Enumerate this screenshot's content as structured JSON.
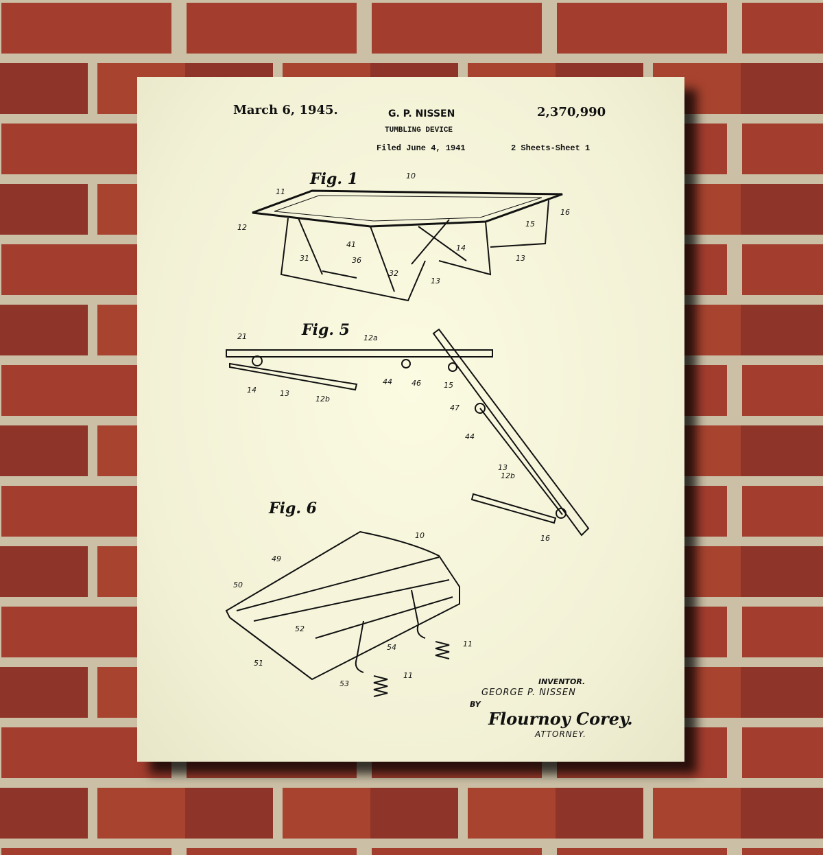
{
  "header": {
    "date": "March 6, 1945.",
    "inventor_short": "G. P. NISSEN",
    "patent_number": "2,370,990",
    "title": "TUMBLING DEVICE",
    "filed": "Filed June 4, 1941",
    "sheets": "2 Sheets-Sheet 1"
  },
  "figures": {
    "fig1": {
      "label": "Fig. 1",
      "refs": [
        "10",
        "11",
        "12",
        "16",
        "15",
        "14",
        "13",
        "41",
        "31",
        "36",
        "32",
        "13"
      ]
    },
    "fig5": {
      "label": "Fig. 5",
      "refs": [
        "21",
        "12a",
        "14",
        "13",
        "12b",
        "44",
        "46",
        "15",
        "47",
        "44",
        "13",
        "12b",
        "16"
      ]
    },
    "fig6": {
      "label": "Fig. 6",
      "refs": [
        "10",
        "49",
        "50",
        "52",
        "51",
        "54",
        "53",
        "11",
        "11"
      ]
    }
  },
  "footer": {
    "inventor_label": "INVENTOR.",
    "inventor_name": "GEORGE P. NISSEN",
    "by": "BY",
    "signature": "Flournoy Corey.",
    "attorney_label": "ATTORNEY."
  },
  "colors": {
    "paper": "#f6f5dc",
    "ink": "#111111",
    "brick": "#9c3a2c",
    "mortar": "#cbbfa5"
  }
}
